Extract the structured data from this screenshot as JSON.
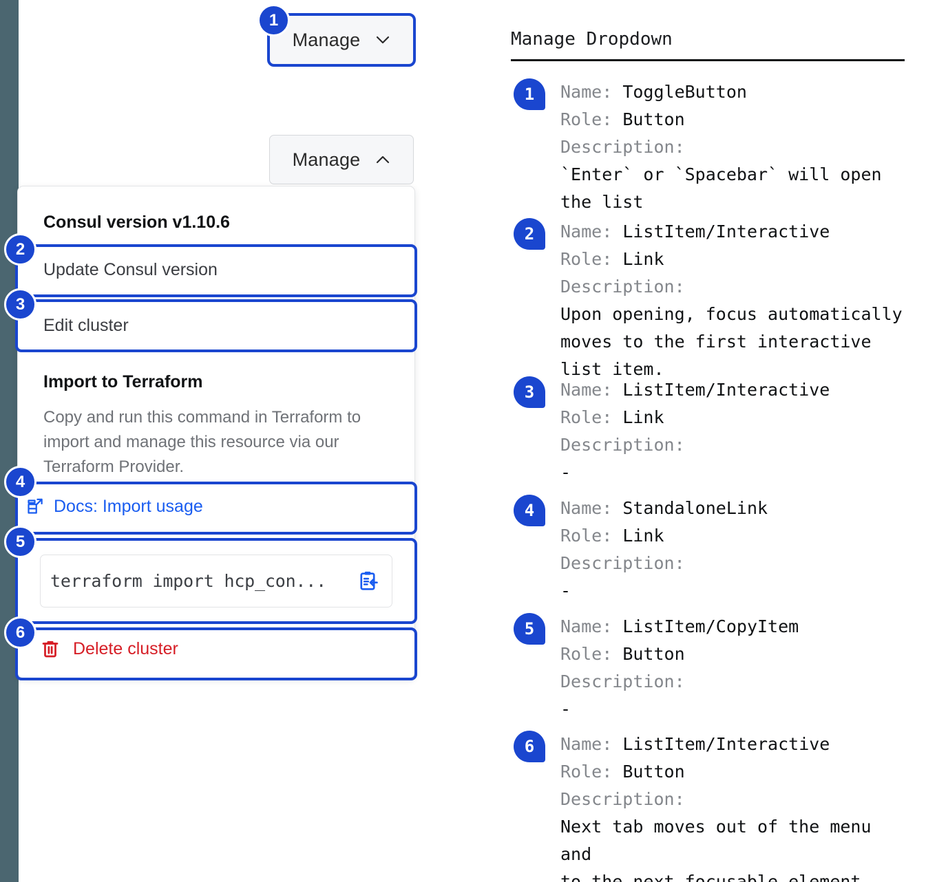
{
  "left": {
    "rail_color": "#4b6670",
    "accent_color": "#1a46cf",
    "link_color": "#1a5df0",
    "danger_color": "#d61e26",
    "toggle_collapsed": {
      "label": "Manage",
      "icon": "chevron-down-icon"
    },
    "toggle_expanded": {
      "label": "Manage",
      "icon": "chevron-up-icon"
    },
    "dropdown": {
      "version_heading": "Consul version v1.10.6",
      "update_item": "Update Consul version",
      "edit_item": "Edit cluster",
      "terraform_heading": "Import to Terraform",
      "terraform_description": "Copy and run this command in Terraform to import and manage this resource via our Terraform Provider.",
      "docs_link": "Docs: Import usage",
      "docs_icon": "external-document-icon",
      "command_value": "terraform import hcp_con...",
      "copy_icon": "clipboard-copy-icon",
      "delete_item": "Delete cluster",
      "delete_icon": "trash-icon"
    },
    "badges": [
      "1",
      "2",
      "3",
      "4",
      "5",
      "6"
    ]
  },
  "right": {
    "title": "Manage Dropdown",
    "labels": {
      "name": "Name:",
      "role": "Role:",
      "description": "Description:"
    },
    "entries": [
      {
        "badge": "1",
        "name": "ToggleButton",
        "role": "Button",
        "description": [
          "`Enter` or `Spacebar` will open",
          "the list"
        ]
      },
      {
        "badge": "2",
        "name": "ListItem/Interactive",
        "role": "Link",
        "description": [
          "Upon opening, focus automatically",
          "moves to the first interactive",
          "list item."
        ]
      },
      {
        "badge": "3",
        "name": "ListItem/Interactive",
        "role": "Link",
        "description": [
          "-"
        ]
      },
      {
        "badge": "4",
        "name": "StandaloneLink",
        "role": "Link",
        "description": [
          "-"
        ]
      },
      {
        "badge": "5",
        "name": "ListItem/CopyItem",
        "role": "Button",
        "description": [
          "-"
        ]
      },
      {
        "badge": "6",
        "name": "ListItem/Interactive",
        "role": "Button",
        "description": [
          "Next tab moves out of the menu and",
          "to the next focusable element"
        ]
      }
    ]
  }
}
